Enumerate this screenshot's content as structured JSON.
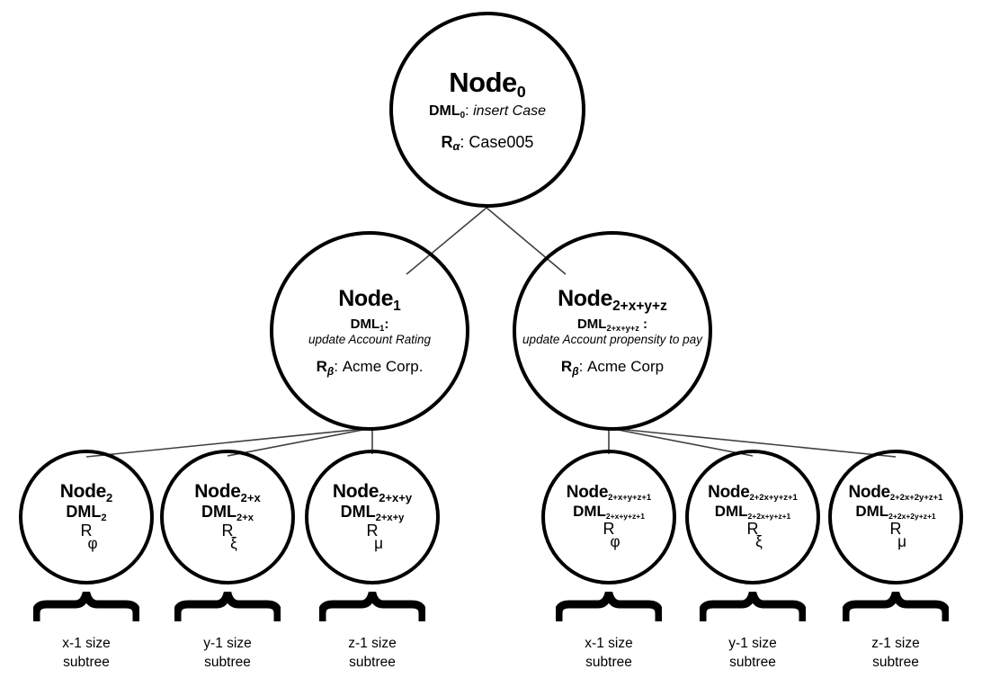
{
  "diagram": {
    "title": "DML transaction tree",
    "line_color": "#3f3f3f",
    "node_color": "#000000",
    "background": "#ffffff"
  },
  "root": {
    "name": "Node",
    "subscript": "0",
    "dml_label": "DML",
    "dml_subscript": "0",
    "dml_sep": ": ",
    "dml_value": "insert Case",
    "r_label": "R",
    "r_subscript": "α",
    "r_sep": ": ",
    "r_value": "Case005"
  },
  "mid": [
    {
      "name": "Node",
      "subscript": "1",
      "dml_label": "DML",
      "dml_subscript": "1",
      "dml_sep": ":",
      "dml_value": "update Account Rating",
      "r_label": "R",
      "r_subscript": "β",
      "r_sep": ": ",
      "r_value": "Acme Corp."
    },
    {
      "name": "Node",
      "subscript": "2+x+y+z",
      "dml_label": "DML",
      "dml_subscript": "2+x+y+z",
      "dml_sep": " :",
      "dml_value": "update Account propensity to pay",
      "r_label": "R",
      "r_subscript": "β",
      "r_sep": ": ",
      "r_value": "Acme Corp"
    }
  ],
  "leaves": [
    {
      "name": "Node",
      "subscript": "2",
      "dml_label": "DML",
      "dml_subscript": "2",
      "r_label": "R",
      "r_greek": "φ"
    },
    {
      "name": "Node",
      "subscript": "2+x",
      "dml_label": "DML",
      "dml_subscript": "2+x",
      "r_label": "R",
      "r_greek": "ξ"
    },
    {
      "name": "Node",
      "subscript": "2+x+y",
      "dml_label": "DML",
      "dml_subscript": "2+x+y",
      "r_label": "R",
      "r_greek": "μ"
    },
    {
      "name": "Node",
      "subscript": "2+x+y+z+1",
      "dml_label": "DML",
      "dml_subscript": "2+x+y+z+1",
      "r_label": "R",
      "r_greek": "φ"
    },
    {
      "name": "Node",
      "subscript": "2+2x+y+z+1",
      "dml_label": "DML",
      "dml_subscript": "2+2x+y+z+1",
      "r_label": "R",
      "r_greek": "ξ"
    },
    {
      "name": "Node",
      "subscript": "2+2x+2y+z+1",
      "dml_label": "DML",
      "dml_subscript": "2+2x+2y+z+1",
      "r_label": "R",
      "r_greek": "μ"
    }
  ],
  "captions": [
    {
      "line1": "x-1 size",
      "line2": "subtree"
    },
    {
      "line1": "y-1 size",
      "line2": "subtree"
    },
    {
      "line1": "z-1 size",
      "line2": "subtree"
    },
    {
      "line1": "x-1 size",
      "line2": "subtree"
    },
    {
      "line1": "y-1 size",
      "line2": "subtree"
    },
    {
      "line1": "z-1 size",
      "line2": "subtree"
    }
  ]
}
